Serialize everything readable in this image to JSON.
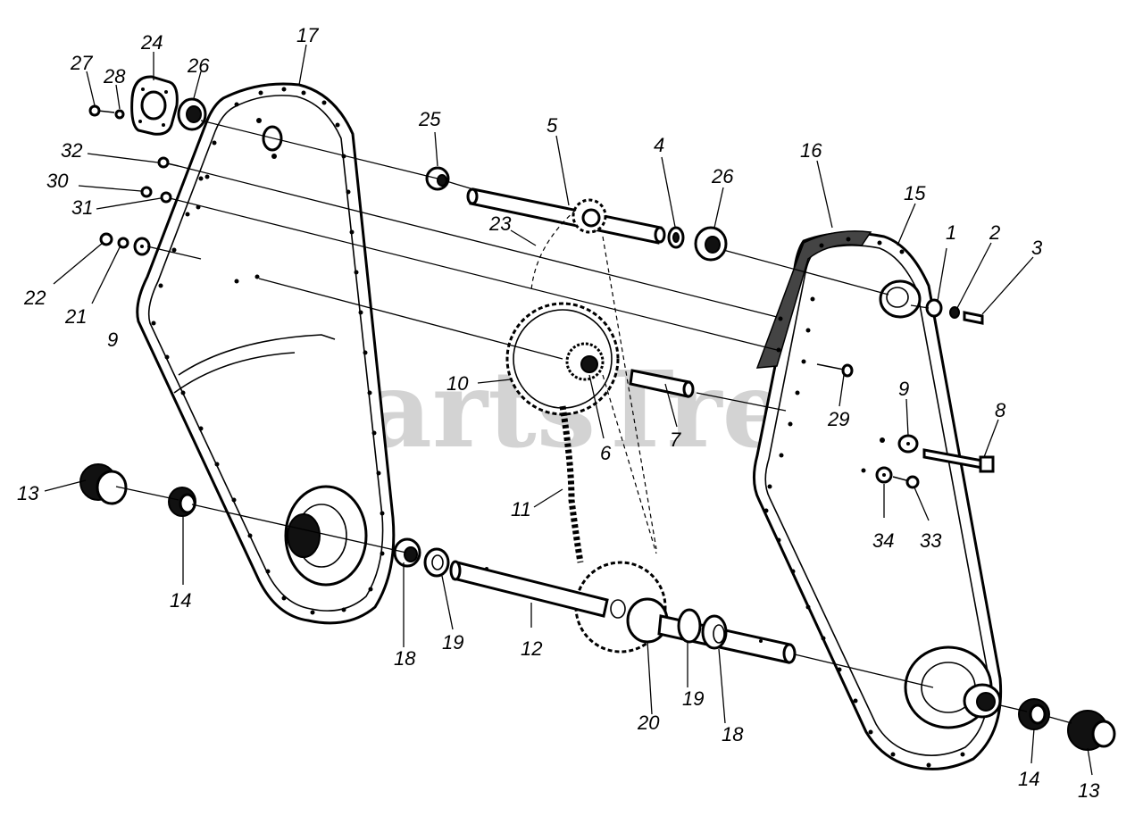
{
  "watermark": "PartsTree",
  "callouts": [
    {
      "id": "c1",
      "text": "1"
    },
    {
      "id": "c2",
      "text": "2"
    },
    {
      "id": "c3",
      "text": "3"
    },
    {
      "id": "c4",
      "text": "4"
    },
    {
      "id": "c5",
      "text": "5"
    },
    {
      "id": "c6",
      "text": "6"
    },
    {
      "id": "c7",
      "text": "7"
    },
    {
      "id": "c8",
      "text": "8"
    },
    {
      "id": "c9a",
      "text": "9"
    },
    {
      "id": "c9b",
      "text": "9"
    },
    {
      "id": "c10",
      "text": "10"
    },
    {
      "id": "c11",
      "text": "11"
    },
    {
      "id": "c12",
      "text": "12"
    },
    {
      "id": "c13a",
      "text": "13"
    },
    {
      "id": "c13b",
      "text": "13"
    },
    {
      "id": "c14a",
      "text": "14"
    },
    {
      "id": "c14b",
      "text": "14"
    },
    {
      "id": "c15",
      "text": "15"
    },
    {
      "id": "c16",
      "text": "16"
    },
    {
      "id": "c17",
      "text": "17"
    },
    {
      "id": "c18a",
      "text": "18"
    },
    {
      "id": "c18b",
      "text": "18"
    },
    {
      "id": "c19a",
      "text": "19"
    },
    {
      "id": "c19b",
      "text": "19"
    },
    {
      "id": "c20",
      "text": "20"
    },
    {
      "id": "c21",
      "text": "21"
    },
    {
      "id": "c22",
      "text": "22"
    },
    {
      "id": "c23",
      "text": "23"
    },
    {
      "id": "c24",
      "text": "24"
    },
    {
      "id": "c25",
      "text": "25"
    },
    {
      "id": "c26a",
      "text": "26"
    },
    {
      "id": "c26b",
      "text": "26"
    },
    {
      "id": "c27",
      "text": "27"
    },
    {
      "id": "c28",
      "text": "28"
    },
    {
      "id": "c29",
      "text": "29"
    },
    {
      "id": "c30",
      "text": "30"
    },
    {
      "id": "c31",
      "text": "31"
    },
    {
      "id": "c32",
      "text": "32"
    },
    {
      "id": "c33",
      "text": "33"
    },
    {
      "id": "c34",
      "text": "34"
    }
  ]
}
